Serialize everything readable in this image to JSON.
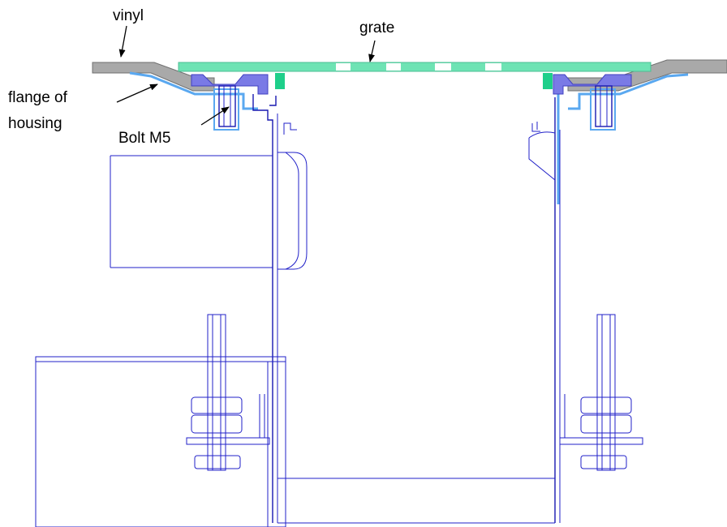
{
  "labels": {
    "vinyl": "vinyl",
    "grate": "grate",
    "flange_line1": "flange of",
    "flange_line2": "housing",
    "bolt": "Bolt M5"
  },
  "colors": {
    "vinyl": "#a9a9a9",
    "grate": "#6ee3b4",
    "housing_dark": "#2020c8",
    "housing_light": "#5aa8f0",
    "clamp": "#7a7ae6",
    "seal": "#1ecf8a"
  }
}
